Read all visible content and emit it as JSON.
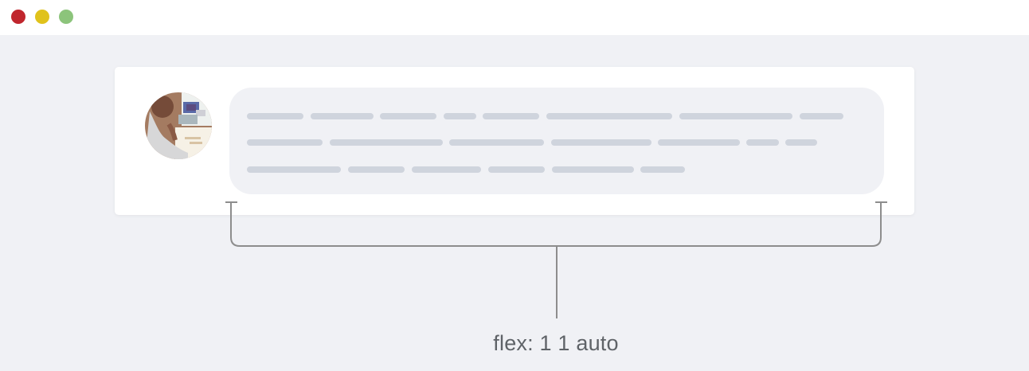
{
  "window": {
    "controls": [
      "close-dot",
      "minimize-dot",
      "maximize-dot"
    ],
    "colors": {
      "close": "#c0262d",
      "minimize": "#e0c21b",
      "maximize": "#8cc47b",
      "background": "#f0f1f5",
      "placeholder": "#cfd4dd"
    }
  },
  "annotation": {
    "label": "flex: 1 1 auto"
  }
}
